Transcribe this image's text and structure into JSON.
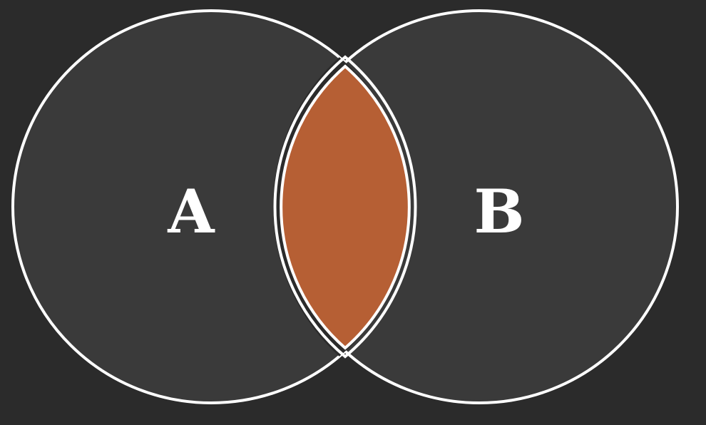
{
  "diagram": {
    "type": "venn",
    "sets": [
      {
        "id": "A",
        "label": "A"
      },
      {
        "id": "B",
        "label": "B"
      }
    ],
    "highlighted_region": "A∩B",
    "colors": {
      "background": "#2b2b2b",
      "set_fill": "#3a3a3a",
      "outline": "#ffffff",
      "intersection_fill": "#b65f34"
    }
  }
}
